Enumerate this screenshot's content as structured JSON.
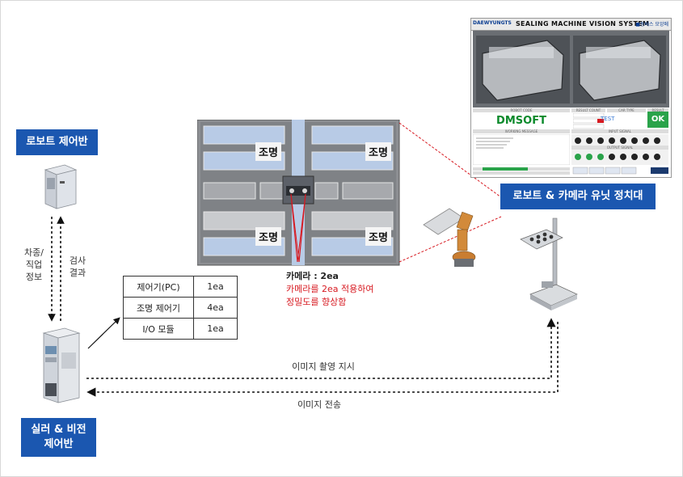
{
  "labels": {
    "robot_panel": "로보트 제어반",
    "sealer_panel_line1": "실러 & 비전",
    "sealer_panel_line2": "제어반",
    "robot_camera_unit": "로보트 & 카메라 유닛 정치대",
    "car_info_line1": "차종/",
    "car_info_line2": "직업",
    "car_info_line3": "정보",
    "inspection_line1": "검사",
    "inspection_line2": "결과",
    "image_capture": "이미지 촬영 지시",
    "image_transfer": "이미지 전송"
  },
  "parts_table": [
    {
      "name": "제어기(PC)",
      "qty": "1ea"
    },
    {
      "name": "조명 제어기",
      "qty": "4ea"
    },
    {
      "name": "I/O 모듈",
      "qty": "1ea"
    }
  ],
  "lights": {
    "tl": "조명",
    "tr": "조명",
    "bl": "조명",
    "br": "조명"
  },
  "camera": {
    "title": "카메라 : 2ea",
    "note_line1": "카메라를 2ea 적용하여",
    "note_line2": "정밀도를 향상함"
  },
  "hmi": {
    "title": "SEALING MACHINE VISION SYSTEM",
    "logo_left": "DAEWYUNGTS",
    "logo_right": "■동베스 모앙메",
    "brand": "DMSOFT",
    "result": "OK",
    "car_type": "TEST",
    "robot_code_caption": "ROBOT CODE",
    "result_count_caption": "RESULT COUNT",
    "car_type_caption": "CAR TYPE",
    "result_caption": "RESULT",
    "working_message_caption": "WORKING MESSAGE",
    "input_signal_caption": "INPUT SIGNAL",
    "output_signal_caption": "OUTPUT SIGNAL"
  },
  "colors": {
    "label_blue": "#1b57b0",
    "red": "#d71920",
    "ok_green": "#2aa34a",
    "brand_green": "#0a8a2b"
  }
}
